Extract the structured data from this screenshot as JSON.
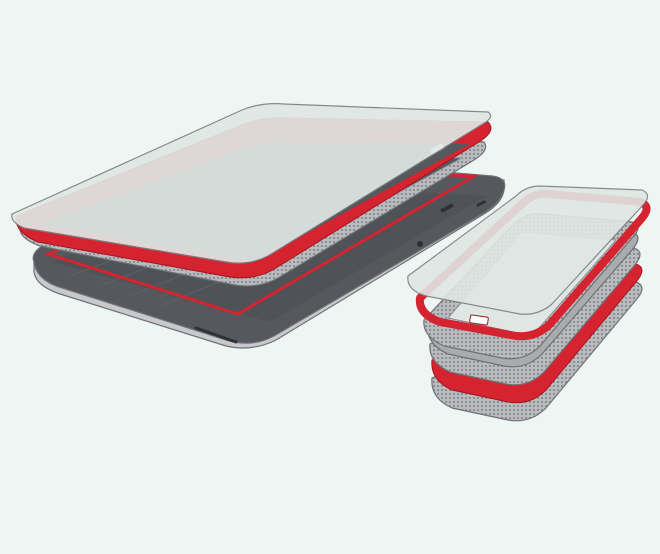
{
  "illustration": {
    "background": "#eef6f3",
    "colors": {
      "accent_red": "#d5232f",
      "dark_screen": "#55585c",
      "glass": "#dfe7e4",
      "frame_gray": "#a9abae",
      "mesh_gray": "#8e9194",
      "shell_light": "#d9dbdd",
      "outline": "#6f7174"
    },
    "objects": [
      {
        "name": "tablet-exploded",
        "layers": [
          "back-shell",
          "red-adhesive-layer",
          "mesh-layer",
          "red-frame-layer",
          "glass-screen-protector"
        ]
      },
      {
        "name": "phone-exploded",
        "layers": [
          "mesh-layer",
          "red-frame-layer",
          "mesh-layer",
          "red-frame-layer",
          "mesh-layer",
          "glass-screen-protector"
        ]
      }
    ]
  }
}
